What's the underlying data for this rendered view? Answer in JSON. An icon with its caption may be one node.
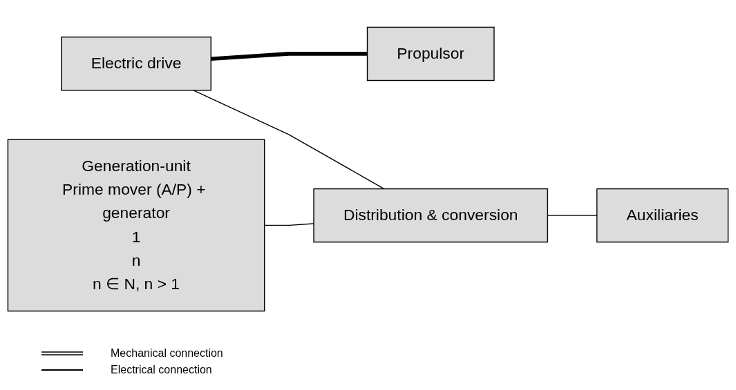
{
  "diagram": {
    "nodes": [
      {
        "text": [
          "Electric drive"
        ]
      },
      {
        "text": [
          "Propulsor"
        ]
      },
      {
        "text": [
          "Generation-unit",
          "Prime mover (A/P) + generator",
          "1",
          "n",
          "n ∈ N, n > 1"
        ]
      },
      {
        "text": [
          "Distribution & conversion"
        ]
      },
      {
        "text": [
          "Auxiliaries"
        ]
      }
    ],
    "edges": [
      {
        "from": 0,
        "to": 1,
        "arrow": "none",
        "style": "thick"
      },
      {
        "from": 0,
        "to": 3,
        "arrow": "none"
      },
      {
        "from": 2,
        "to": 3,
        "arrow": "none"
      },
      {
        "from": 3,
        "to": 4,
        "arrow": "none"
      }
    ],
    "legend": [
      {
        "text": "Mechanical connection"
      },
      {
        "text": "Electrical connection"
      }
    ]
  }
}
